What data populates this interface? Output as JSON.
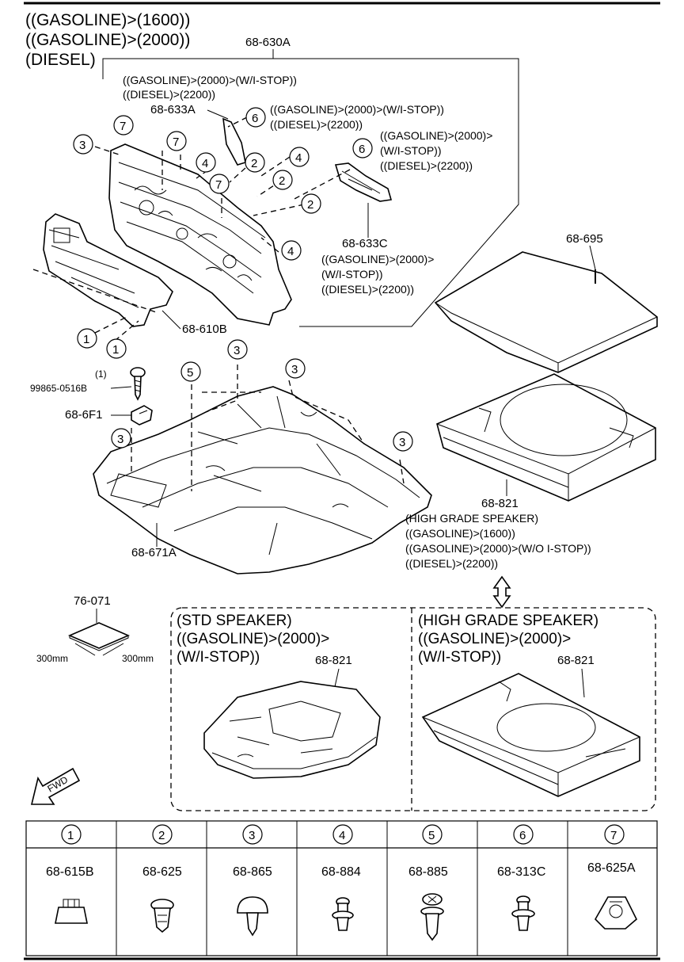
{
  "header": {
    "applic_line_1": "((GASOLINE)>(1600))",
    "applic_line_2": "((GASOLINE)>(2000))",
    "applic_line_3": "(DIESEL)"
  },
  "dash_panel_group": {
    "part_630A": "68-630A",
    "note_633A_line1": "((GASOLINE)>(2000)>(W/I-STOP))",
    "note_633A_line2": "((DIESEL)>(2200))",
    "part_633A": "68-633A",
    "note_6a_line1": "((GASOLINE)>(2000)>(W/I-STOP))",
    "note_6a_line2": "((DIESEL)>(2200))",
    "note_6b_line1": "((GASOLINE)>(2000)>",
    "note_6b_line2": "(W/I-STOP))",
    "note_6b_line3": "((DIESEL)>(2200))",
    "part_633C": "68-633C",
    "note_633C_line1": "((GASOLINE)>(2000)>",
    "note_633C_line2": "(W/I-STOP))",
    "note_633C_line3": "((DIESEL)>(2200))",
    "part_610B": "68-610B"
  },
  "floor_group": {
    "screw_qty": "(1)",
    "screw_part": "99865-0516B",
    "part_6F1": "68-6F1",
    "part_671A": "68-671A"
  },
  "trunk_group": {
    "part_695": "68-695",
    "part_821": "68-821",
    "note_821_line1": "(HIGH GRADE SPEAKER)",
    "note_821_line2": "((GASOLINE)>(1600))",
    "note_821_line3": "((GASOLINE)>(2000)>(W/O I-STOP))",
    "note_821_line4": "((DIESEL)>(2200))"
  },
  "sheet": {
    "part": "76-071",
    "dim_left": "300mm",
    "dim_right": "300mm"
  },
  "variants": {
    "std": {
      "line1": "(STD SPEAKER)",
      "line2": "((GASOLINE)>(2000)>",
      "line3": "(W/I-STOP))",
      "part": "68-821"
    },
    "high": {
      "line1": "(HIGH GRADE SPEAKER)",
      "line2": "((GASOLINE)>(2000)>",
      "line3": "(W/I-STOP))",
      "part": "68-821"
    }
  },
  "callouts": {
    "c1": "1",
    "c2": "2",
    "c3": "3",
    "c4": "4",
    "c5": "5",
    "c6": "6",
    "c7": "7"
  },
  "fwd_label": "FWD",
  "fastener_table": [
    {
      "ref": "1",
      "part": "68-615B"
    },
    {
      "ref": "2",
      "part": "68-625"
    },
    {
      "ref": "3",
      "part": "68-865"
    },
    {
      "ref": "4",
      "part": "68-884"
    },
    {
      "ref": "5",
      "part": "68-885"
    },
    {
      "ref": "6",
      "part": "68-313C"
    },
    {
      "ref": "7",
      "part": "68-625A"
    }
  ]
}
